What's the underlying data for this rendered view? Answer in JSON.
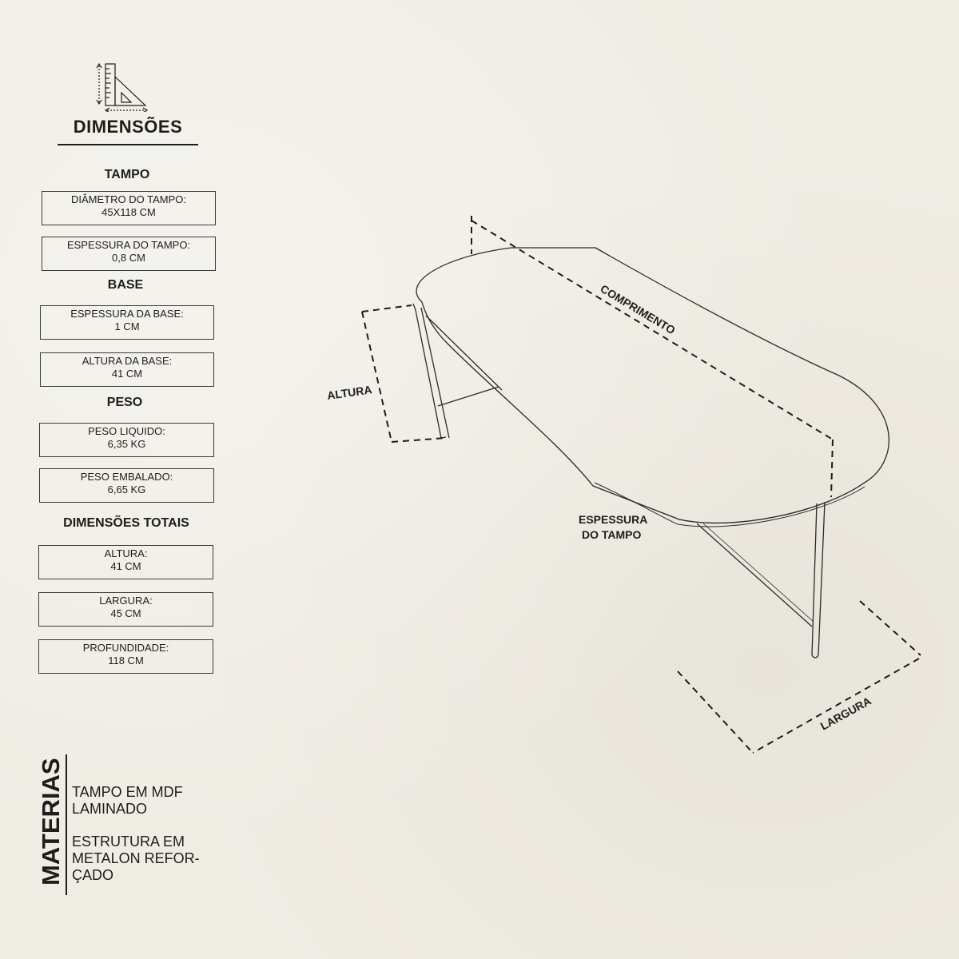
{
  "header": {
    "title": "DIMENSÕES",
    "icon": "ruler-triangle-icon"
  },
  "sections": {
    "tampo": {
      "title": "TAMPO",
      "items": [
        {
          "label": "DIÂMETRO DO TAMPO:",
          "value": "45X118 CM"
        },
        {
          "label": "ESPESSURA DO TAMPO:",
          "value": "0,8 CM"
        }
      ]
    },
    "base": {
      "title": "BASE",
      "items": [
        {
          "label": "ESPESSURA DA BASE:",
          "value": "1 CM"
        },
        {
          "label": "ALTURA DA BASE:",
          "value": "41 CM"
        }
      ]
    },
    "peso": {
      "title": "PESO",
      "items": [
        {
          "label": "PESO LIQUIDO:",
          "value": "6,35 KG"
        },
        {
          "label": "PESO EMBALADO:",
          "value": "6,65 KG"
        }
      ]
    },
    "totais": {
      "title": "DIMENSÕES TOTAIS",
      "items": [
        {
          "label": "ALTURA:",
          "value": "41 CM"
        },
        {
          "label": "LARGURA:",
          "value": "45 CM"
        },
        {
          "label": "PROFUNDIDADE:",
          "value": "118 CM"
        }
      ]
    }
  },
  "materials": {
    "title": "MATERIAS",
    "items": [
      " TAMPO EM MDF LAMINADO",
      "ESTRUTURA EM METALON REFOR-ÇADO"
    ]
  },
  "diagram": {
    "comprimento": "COMPRIMENTO",
    "altura": "ALTURA",
    "largura": "LARGURA",
    "espessura_line1": "ESPESSURA",
    "espessura_line2": "DO TAMPO"
  },
  "colors": {
    "background": "#efece4",
    "ink": "#1d1d1b"
  }
}
